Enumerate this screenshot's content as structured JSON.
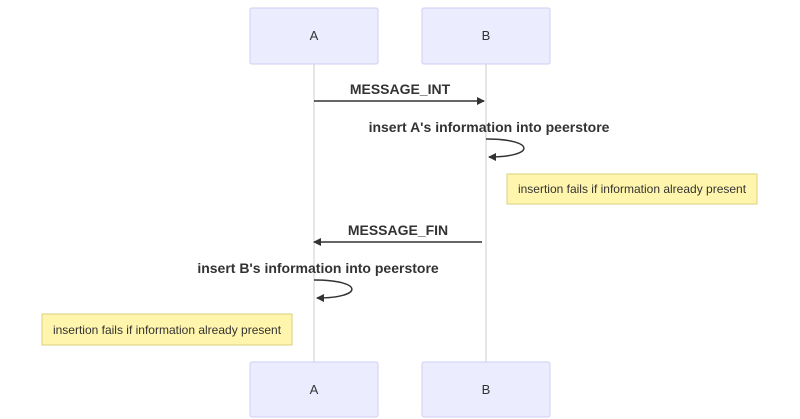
{
  "diagram": {
    "type": "sequence",
    "participants": [
      {
        "id": "A",
        "label": "A"
      },
      {
        "id": "B",
        "label": "B"
      }
    ],
    "messages": [
      {
        "from": "A",
        "to": "B",
        "label": "MESSAGE_INT"
      },
      {
        "from": "B",
        "to": "B",
        "label": "insert A's information into peerstore"
      },
      {
        "from": "B",
        "to": "A",
        "label": "MESSAGE_FIN"
      },
      {
        "from": "A",
        "to": "A",
        "label": "insert B's information into peerstore"
      }
    ],
    "notes": [
      {
        "of": "B",
        "side": "right",
        "text": "insertion fails if information already present"
      },
      {
        "of": "A",
        "side": "left",
        "text": "insertion fails if information already present"
      }
    ]
  },
  "colors": {
    "actor_fill": "#ECECFF",
    "note_fill": "#FFF5AD",
    "line": "#333333",
    "lifeline": "#cccccc"
  }
}
